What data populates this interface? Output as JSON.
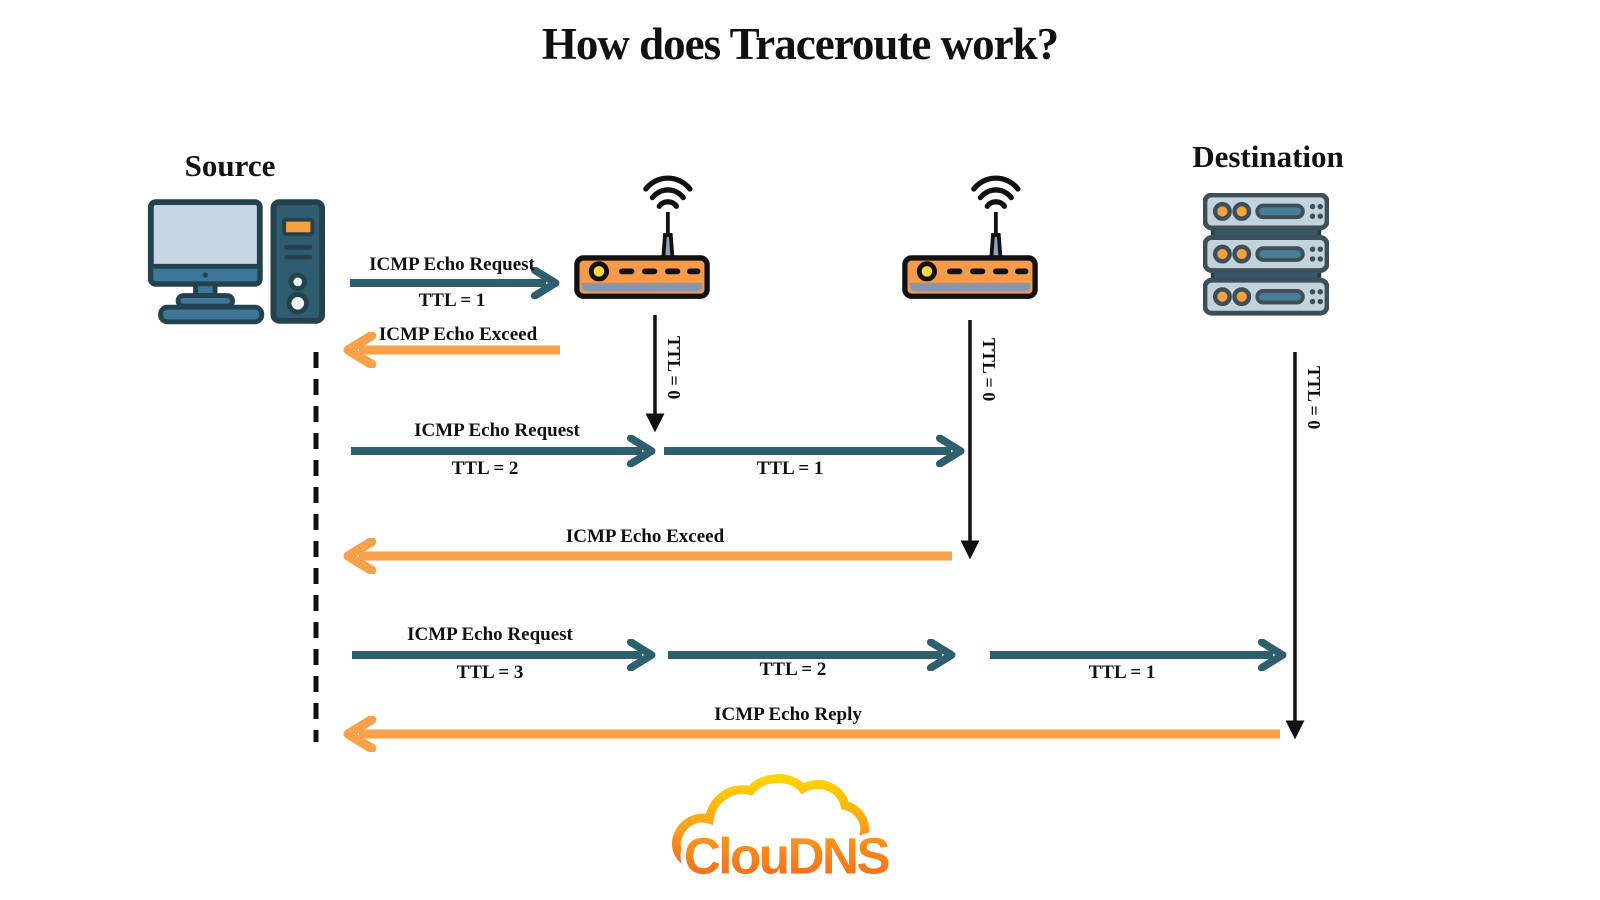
{
  "title": "How does Traceroute work?",
  "source": {
    "label": "Source",
    "icon": "desktop-computer-icon"
  },
  "destination": {
    "label": "Destination",
    "icon": "server-rack-icon"
  },
  "hops": {
    "router1": {
      "icon": "wireless-router-icon"
    },
    "router2": {
      "icon": "wireless-router-icon"
    }
  },
  "flows": {
    "request1": {
      "label": "ICMP Echo Request",
      "ttl": "TTL = 1"
    },
    "exceed1": {
      "label": "ICMP Echo Exceed"
    },
    "hop1_ttl_zero": "TTL = 0",
    "request2": {
      "label": "ICMP Echo Request",
      "ttl_seg1": "TTL = 2",
      "ttl_seg2": "TTL = 1"
    },
    "exceed2": {
      "label": "ICMP Echo Exceed"
    },
    "hop2_ttl_zero": "TTL = 0",
    "request3": {
      "label": "ICMP Echo Request",
      "ttl_seg1": "TTL = 3",
      "ttl_seg2": "TTL = 2",
      "ttl_seg3": "TTL = 1"
    },
    "destination_ttl_zero": "TTL = 0",
    "reply": {
      "label": "ICMP Echo Reply"
    }
  },
  "logo": {
    "text": "ClouDNS",
    "icon": "cloud-icon"
  },
  "colors": {
    "request_arrow": "#2e5f6e",
    "reply_arrow": "#f9a04a",
    "ttl_expire_arrow": "#111111",
    "router_body": "#f79b4a",
    "router_led": "#fcd93d",
    "computer_body": "#3e7699",
    "computer_tower": "#305c70",
    "screen": "#c6d7e3",
    "server_body": "#c3d3dc",
    "server_bar": "#35596b",
    "outline_dark": "#24424e",
    "logo_orange": "#f1781f",
    "logo_yellow": "#ffd21f"
  }
}
